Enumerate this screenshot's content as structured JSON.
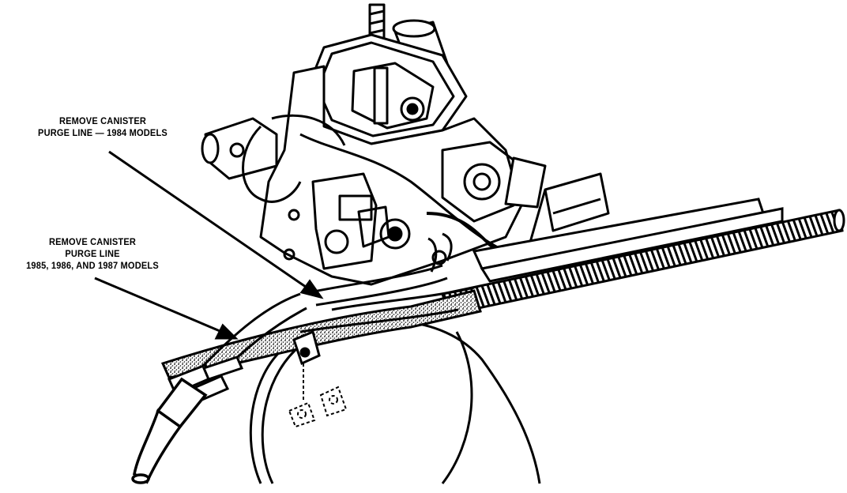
{
  "callouts": {
    "purge_1984": {
      "line1": "REMOVE CANISTER",
      "line2": "PURGE LINE — 1984 MODELS"
    },
    "purge_1985_1987": {
      "line1": "REMOVE CANISTER",
      "line2": "PURGE LINE",
      "line3": "1985, 1986, AND 1987 MODELS"
    }
  }
}
